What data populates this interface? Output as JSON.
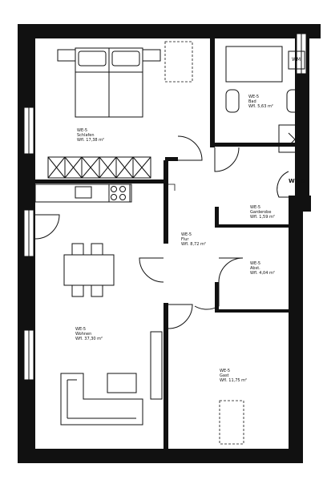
{
  "rooms": [
    {
      "id": "schlafen",
      "code": "WE-5",
      "name": "Schlafen",
      "area": "Wfl. 17,38 m²"
    },
    {
      "id": "bad",
      "code": "WE-5",
      "name": "Bad",
      "area": "Wfl. 5,63 m²"
    },
    {
      "id": "garderobe",
      "code": "WE-5",
      "name": "Garderobe",
      "area": "Wfl. 1,59 m²"
    },
    {
      "id": "flur",
      "code": "WE-5",
      "name": "Flur",
      "area": "Wfl. 8,72 m²"
    },
    {
      "id": "abst",
      "code": "WE-5",
      "name": "Abst.",
      "area": "Wfl. 4,04 m²"
    },
    {
      "id": "wohnen",
      "code": "WE-5",
      "name": "Wohnen",
      "area": "Wfl. 37,30 m²"
    },
    {
      "id": "gast",
      "code": "WE-5",
      "name": "Gast",
      "area": "Wfl. 11,75 m²"
    }
  ],
  "unit_tag": "WE-5",
  "wm_tag": "WM"
}
